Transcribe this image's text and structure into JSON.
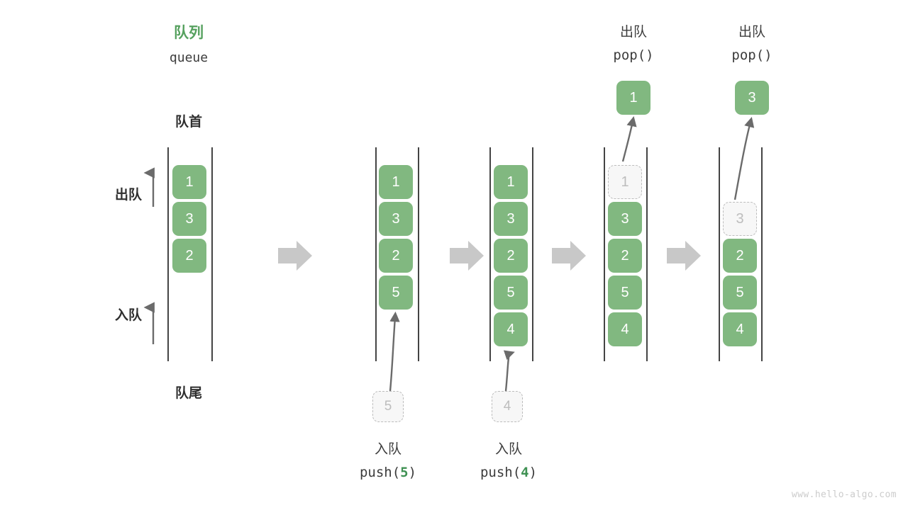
{
  "watermark": "www.hello-algo.com",
  "colors": {
    "cell_fill": "#81b880",
    "cell_text": "#ffffff",
    "ghost_fill": "#f7f7f7",
    "ghost_border": "#bdbdbd",
    "ghost_text": "#bdbdbd",
    "rail": "#444444",
    "accent_green": "#56a15f",
    "code_green": "#3f9153",
    "text": "#3c3c3c",
    "step_arrow": "#c8c8c8",
    "op_arrow": "#6b6b6b"
  },
  "header": {
    "title_cn": "队列",
    "title_en": "queue"
  },
  "anchors": {
    "front": "队首",
    "back": "队尾"
  },
  "side_labels": {
    "dequeue": "出队",
    "enqueue": "入队"
  },
  "operations": {
    "push_cn": "入队",
    "pop_cn": "出队",
    "push_5_code": "push(5)",
    "push_4_code": "push(4)",
    "push_5_prefix": "push(",
    "push_5_value": "5",
    "push_5_suffix": ")",
    "push_4_prefix": "push(",
    "push_4_value": "4",
    "push_4_suffix": ")",
    "pop_code": "pop()"
  },
  "steps": [
    {
      "id": "step-1-initial",
      "queue": [
        "1",
        "3",
        "2"
      ],
      "ghost": null,
      "pushed_value": null,
      "popped_value": null
    },
    {
      "id": "step-2-push-5",
      "queue": [
        "1",
        "3",
        "2",
        "5"
      ],
      "ghost": {
        "value": "5",
        "position": "below-tail"
      },
      "pushed_value": "5",
      "popped_value": null
    },
    {
      "id": "step-3-push-4",
      "queue": [
        "1",
        "3",
        "2",
        "5",
        "4"
      ],
      "ghost": {
        "value": "4",
        "position": "below-tail"
      },
      "pushed_value": "4",
      "popped_value": null
    },
    {
      "id": "step-4-pop-1",
      "queue": [
        "3",
        "2",
        "5",
        "4"
      ],
      "ghost": {
        "value": "1",
        "position": "head-slot-0"
      },
      "pushed_value": null,
      "popped_value": "1"
    },
    {
      "id": "step-5-pop-3",
      "queue": [
        "2",
        "5",
        "4"
      ],
      "ghost": {
        "value": "3",
        "position": "head-slot-1"
      },
      "pushed_value": null,
      "popped_value": "3"
    }
  ],
  "cells": {
    "c1_0": "1",
    "c1_1": "3",
    "c1_2": "2",
    "c2_0": "1",
    "c2_1": "3",
    "c2_2": "2",
    "c2_3": "5",
    "c3_0": "1",
    "c3_1": "3",
    "c3_2": "2",
    "c3_3": "5",
    "c3_4": "4",
    "c4_ghost": "1",
    "c4_0": "3",
    "c4_1": "2",
    "c4_2": "5",
    "c4_3": "4",
    "c5_ghost": "3",
    "c5_0": "2",
    "c5_1": "5",
    "c5_2": "4",
    "push5_ghost": "5",
    "push4_ghost": "4",
    "popped_1": "1",
    "popped_3": "3"
  }
}
